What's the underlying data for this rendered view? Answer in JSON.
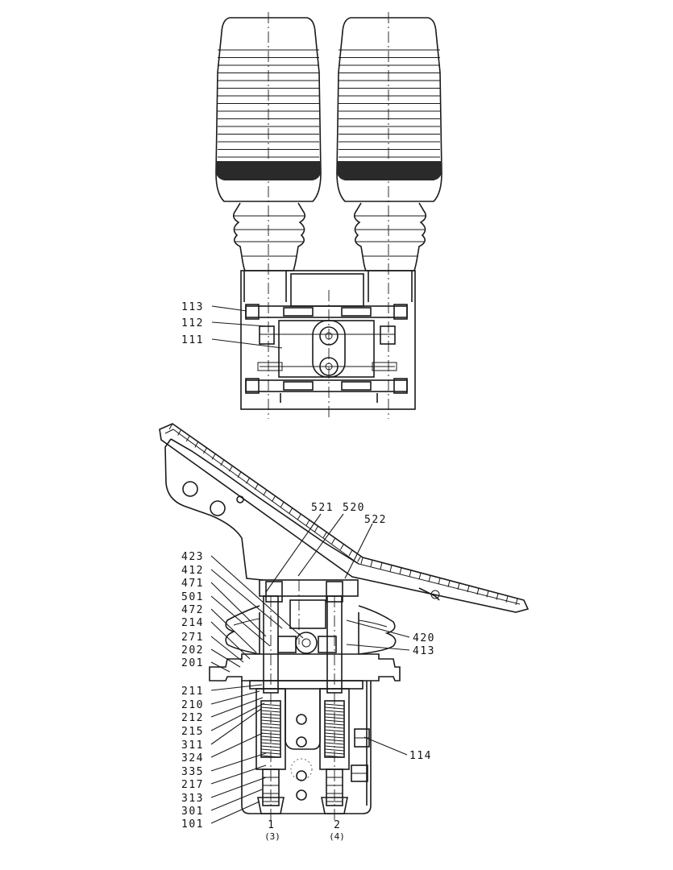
{
  "top_view_labels": [
    "113",
    "112",
    "111"
  ],
  "left_labels": [
    "423",
    "412",
    "471",
    "501",
    "472",
    "214",
    "271",
    "202",
    "201",
    "211",
    "210",
    "212",
    "215",
    "311",
    "324",
    "335",
    "217",
    "313",
    "301",
    "101"
  ],
  "upper_labels": [
    "521",
    "520",
    "522"
  ],
  "right_labels": [
    "420",
    "413",
    "114"
  ],
  "ports": [
    {
      "num": "1",
      "sub": "(3)"
    },
    {
      "num": "2",
      "sub": "(4)"
    }
  ],
  "colors": {
    "ink": "#1a1a1a",
    "paper": "#ffffff"
  }
}
